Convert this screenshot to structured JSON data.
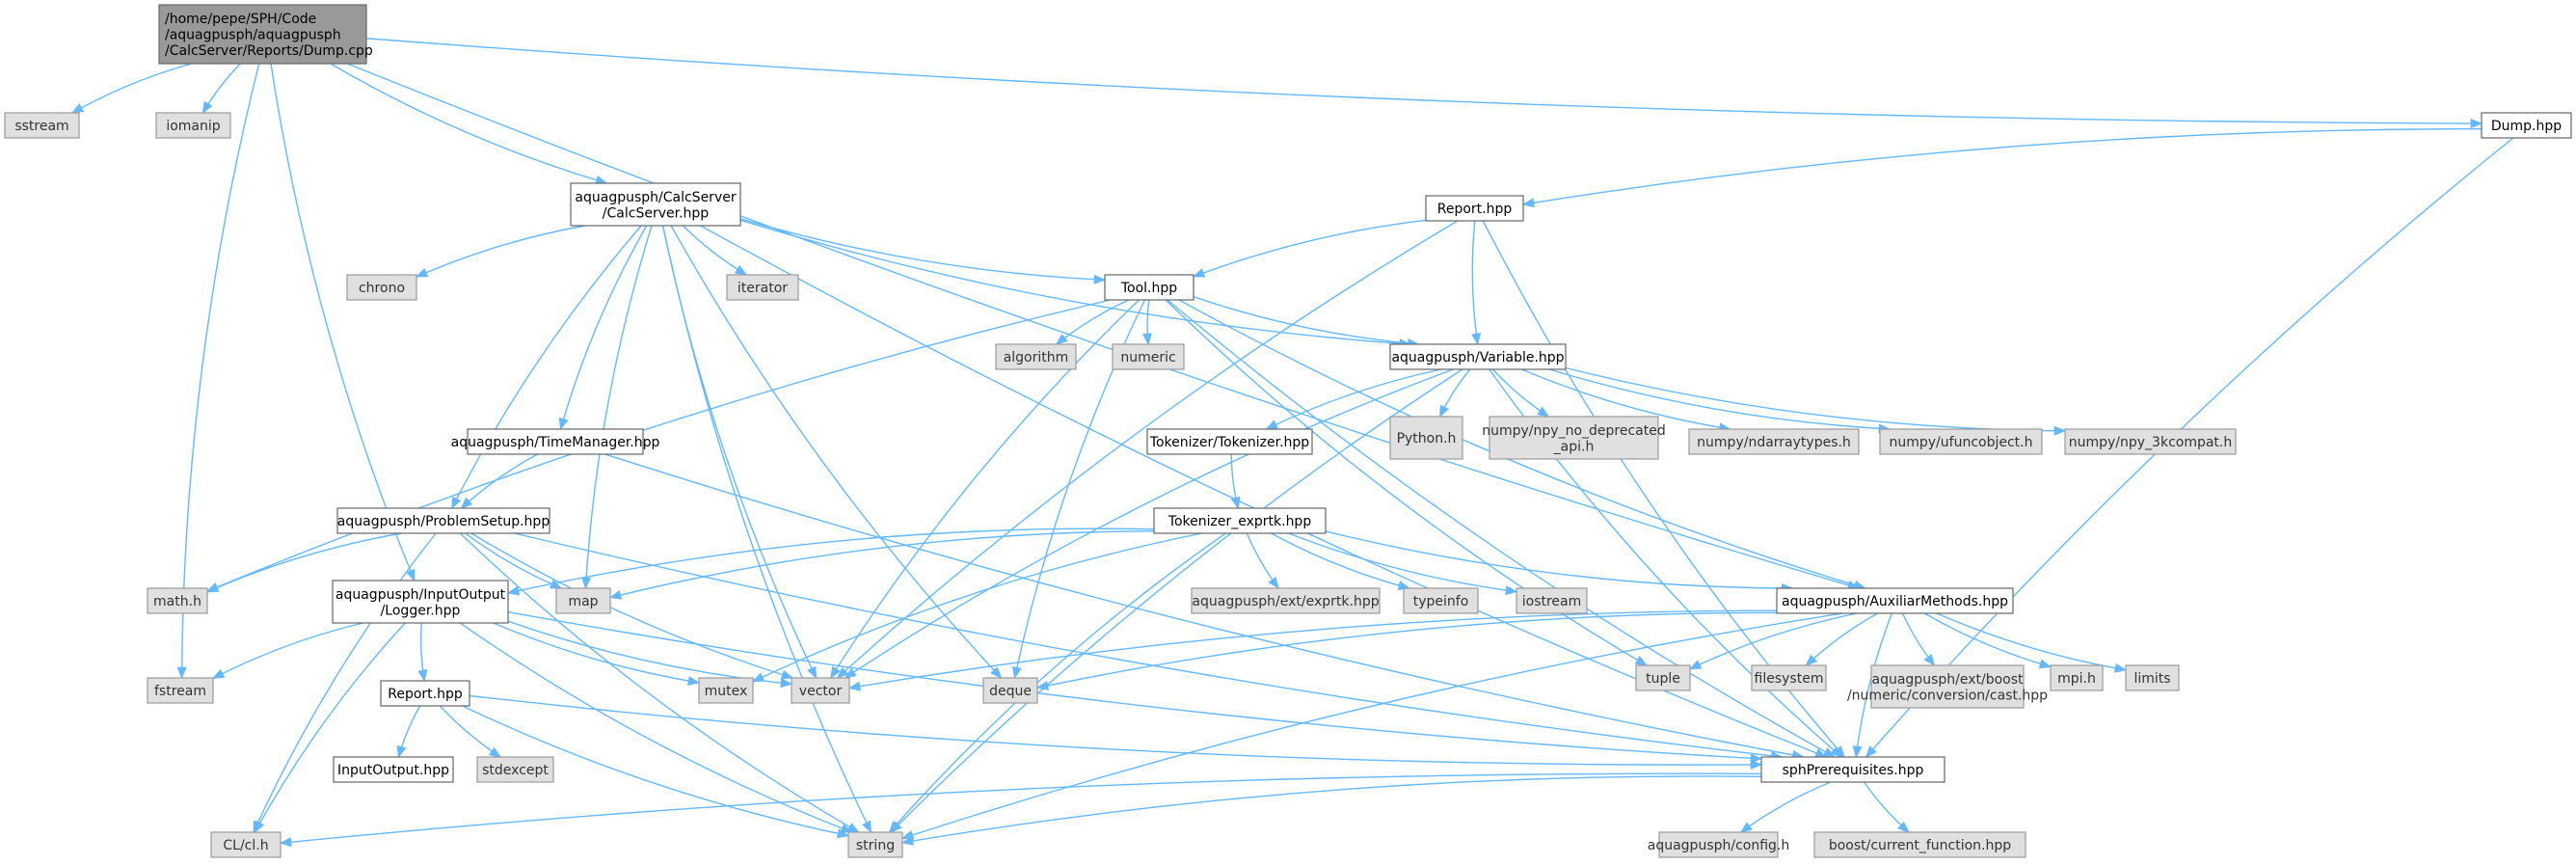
{
  "colors": {
    "edge": "#63b8ff",
    "root_fill": "#999999",
    "doc_fill": "#ffffff",
    "system_fill": "#e0e0e0"
  },
  "nodes": [
    {
      "id": "root",
      "kind": "root",
      "lines": [
        "/home/pepe/SPH/Code",
        "/aquagpusph/aquagpusph",
        "/CalcServer/Reports/Dump.cpp"
      ]
    },
    {
      "id": "sstream",
      "kind": "sys",
      "lines": [
        "sstream"
      ]
    },
    {
      "id": "iomanip",
      "kind": "sys",
      "lines": [
        "iomanip"
      ]
    },
    {
      "id": "calcserver",
      "kind": "doc",
      "lines": [
        "aquagpusph/CalcServer",
        "/CalcServer.hpp"
      ]
    },
    {
      "id": "dump",
      "kind": "doc",
      "lines": [
        "Dump.hpp"
      ]
    },
    {
      "id": "report1",
      "kind": "doc",
      "lines": [
        "Report.hpp"
      ]
    },
    {
      "id": "chrono",
      "kind": "sys",
      "lines": [
        "chrono"
      ]
    },
    {
      "id": "iterator",
      "kind": "sys",
      "lines": [
        "iterator"
      ]
    },
    {
      "id": "tool",
      "kind": "doc",
      "lines": [
        "Tool.hpp"
      ]
    },
    {
      "id": "algorithm",
      "kind": "sys",
      "lines": [
        "algorithm"
      ]
    },
    {
      "id": "numeric",
      "kind": "sys",
      "lines": [
        "numeric"
      ]
    },
    {
      "id": "variable",
      "kind": "doc",
      "lines": [
        "aquagpusph/Variable.hpp"
      ]
    },
    {
      "id": "timemanager",
      "kind": "doc",
      "lines": [
        "aquagpusph/TimeManager.hpp"
      ]
    },
    {
      "id": "tokenizer",
      "kind": "doc",
      "lines": [
        "Tokenizer/Tokenizer.hpp"
      ]
    },
    {
      "id": "python",
      "kind": "sys",
      "lines": [
        "Python.h"
      ]
    },
    {
      "id": "npydep",
      "kind": "sys",
      "lines": [
        "numpy/npy_no_deprecated",
        "_api.h"
      ]
    },
    {
      "id": "ndarray",
      "kind": "sys",
      "lines": [
        "numpy/ndarraytypes.h"
      ]
    },
    {
      "id": "ufunc",
      "kind": "sys",
      "lines": [
        "numpy/ufuncobject.h"
      ]
    },
    {
      "id": "npy3k",
      "kind": "sys",
      "lines": [
        "numpy/npy_3kcompat.h"
      ]
    },
    {
      "id": "problemsetup",
      "kind": "doc",
      "lines": [
        "aquagpusph/ProblemSetup.hpp"
      ]
    },
    {
      "id": "exprtk",
      "kind": "doc",
      "lines": [
        "Tokenizer_exprtk.hpp"
      ]
    },
    {
      "id": "mathh",
      "kind": "sys",
      "lines": [
        "math.h"
      ]
    },
    {
      "id": "logger",
      "kind": "doc",
      "lines": [
        "aquagpusph/InputOutput",
        "/Logger.hpp"
      ]
    },
    {
      "id": "map",
      "kind": "sys",
      "lines": [
        "map"
      ]
    },
    {
      "id": "extexprtk",
      "kind": "sys",
      "lines": [
        "aquagpusph/ext/exprtk.hpp"
      ]
    },
    {
      "id": "typeinfo",
      "kind": "sys",
      "lines": [
        "typeinfo"
      ]
    },
    {
      "id": "iostream",
      "kind": "sys",
      "lines": [
        "iostream"
      ]
    },
    {
      "id": "auxiliar",
      "kind": "doc",
      "lines": [
        "aquagpusph/AuxiliarMethods.hpp"
      ]
    },
    {
      "id": "fstream",
      "kind": "sys",
      "lines": [
        "fstream"
      ]
    },
    {
      "id": "mutex",
      "kind": "sys",
      "lines": [
        "mutex"
      ]
    },
    {
      "id": "vector",
      "kind": "sys",
      "lines": [
        "vector"
      ]
    },
    {
      "id": "deque",
      "kind": "sys",
      "lines": [
        "deque"
      ]
    },
    {
      "id": "tuple",
      "kind": "sys",
      "lines": [
        "tuple"
      ]
    },
    {
      "id": "filesystem",
      "kind": "sys",
      "lines": [
        "filesystem"
      ]
    },
    {
      "id": "boostcast",
      "kind": "sys",
      "lines": [
        "aquagpusph/ext/boost",
        "/numeric/conversion/cast.hpp"
      ]
    },
    {
      "id": "mpih",
      "kind": "sys",
      "lines": [
        "mpi.h"
      ]
    },
    {
      "id": "limits",
      "kind": "sys",
      "lines": [
        "limits"
      ]
    },
    {
      "id": "report2",
      "kind": "doc",
      "lines": [
        "Report.hpp"
      ]
    },
    {
      "id": "inputoutput",
      "kind": "doc",
      "lines": [
        "InputOutput.hpp"
      ]
    },
    {
      "id": "stdexcept",
      "kind": "sys",
      "lines": [
        "stdexcept"
      ]
    },
    {
      "id": "sphprereq",
      "kind": "doc",
      "lines": [
        "sphPrerequisites.hpp"
      ]
    },
    {
      "id": "clh",
      "kind": "sys",
      "lines": [
        "CL/cl.h"
      ]
    },
    {
      "id": "string",
      "kind": "sys",
      "lines": [
        "string"
      ]
    },
    {
      "id": "config",
      "kind": "sys",
      "lines": [
        "aquagpusph/config.h"
      ]
    },
    {
      "id": "boostcf",
      "kind": "sys",
      "lines": [
        "boost/current_function.hpp"
      ]
    }
  ],
  "edges": [
    [
      "root",
      "sstream"
    ],
    [
      "root",
      "iomanip"
    ],
    [
      "root",
      "fstream"
    ],
    [
      "root",
      "logger"
    ],
    [
      "root",
      "calcserver"
    ],
    [
      "root",
      "auxiliar"
    ],
    [
      "root",
      "dump"
    ],
    [
      "dump",
      "report1"
    ],
    [
      "dump",
      "sphprereq"
    ],
    [
      "report1",
      "tool"
    ],
    [
      "report1",
      "variable"
    ],
    [
      "report1",
      "vector"
    ],
    [
      "report1",
      "sphprereq"
    ],
    [
      "calcserver",
      "chrono"
    ],
    [
      "calcserver",
      "iterator"
    ],
    [
      "calcserver",
      "tool"
    ],
    [
      "calcserver",
      "variable"
    ],
    [
      "calcserver",
      "timemanager"
    ],
    [
      "calcserver",
      "problemsetup"
    ],
    [
      "calcserver",
      "map"
    ],
    [
      "calcserver",
      "vector"
    ],
    [
      "calcserver",
      "deque"
    ],
    [
      "calcserver",
      "string"
    ],
    [
      "calcserver",
      "sphprereq"
    ],
    [
      "tool",
      "algorithm"
    ],
    [
      "tool",
      "numeric"
    ],
    [
      "tool",
      "variable"
    ],
    [
      "tool",
      "mathh"
    ],
    [
      "tool",
      "vector"
    ],
    [
      "tool",
      "deque"
    ],
    [
      "tool",
      "tuple"
    ],
    [
      "tool",
      "auxiliar"
    ],
    [
      "tool",
      "sphprereq"
    ],
    [
      "variable",
      "tokenizer"
    ],
    [
      "variable",
      "python"
    ],
    [
      "variable",
      "npydep"
    ],
    [
      "variable",
      "ndarray"
    ],
    [
      "variable",
      "ufunc"
    ],
    [
      "variable",
      "npy3k"
    ],
    [
      "variable",
      "vector"
    ],
    [
      "variable",
      "string"
    ],
    [
      "variable",
      "sphprereq"
    ],
    [
      "tokenizer",
      "exprtk"
    ],
    [
      "exprtk",
      "logger"
    ],
    [
      "exprtk",
      "map"
    ],
    [
      "exprtk",
      "extexprtk"
    ],
    [
      "exprtk",
      "typeinfo"
    ],
    [
      "exprtk",
      "iostream"
    ],
    [
      "exprtk",
      "auxiliar"
    ],
    [
      "exprtk",
      "mutex"
    ],
    [
      "exprtk",
      "string"
    ],
    [
      "timemanager",
      "problemsetup"
    ],
    [
      "timemanager",
      "sphprereq"
    ],
    [
      "problemsetup",
      "mathh"
    ],
    [
      "problemsetup",
      "map"
    ],
    [
      "problemsetup",
      "vector"
    ],
    [
      "problemsetup",
      "clh"
    ],
    [
      "problemsetup",
      "string"
    ],
    [
      "problemsetup",
      "sphprereq"
    ],
    [
      "logger",
      "fstream"
    ],
    [
      "logger",
      "mutex"
    ],
    [
      "logger",
      "vector"
    ],
    [
      "logger",
      "report2"
    ],
    [
      "logger",
      "clh"
    ],
    [
      "logger",
      "string"
    ],
    [
      "logger",
      "sphprereq"
    ],
    [
      "auxiliar",
      "vector"
    ],
    [
      "auxiliar",
      "deque"
    ],
    [
      "auxiliar",
      "tuple"
    ],
    [
      "auxiliar",
      "filesystem"
    ],
    [
      "auxiliar",
      "boostcast"
    ],
    [
      "auxiliar",
      "mpih"
    ],
    [
      "auxiliar",
      "limits"
    ],
    [
      "auxiliar",
      "string"
    ],
    [
      "auxiliar",
      "sphprereq"
    ],
    [
      "report2",
      "inputoutput"
    ],
    [
      "report2",
      "stdexcept"
    ],
    [
      "report2",
      "string"
    ],
    [
      "report2",
      "sphprereq"
    ],
    [
      "sphprereq",
      "clh"
    ],
    [
      "sphprereq",
      "string"
    ],
    [
      "sphprereq",
      "config"
    ],
    [
      "sphprereq",
      "boostcf"
    ]
  ]
}
